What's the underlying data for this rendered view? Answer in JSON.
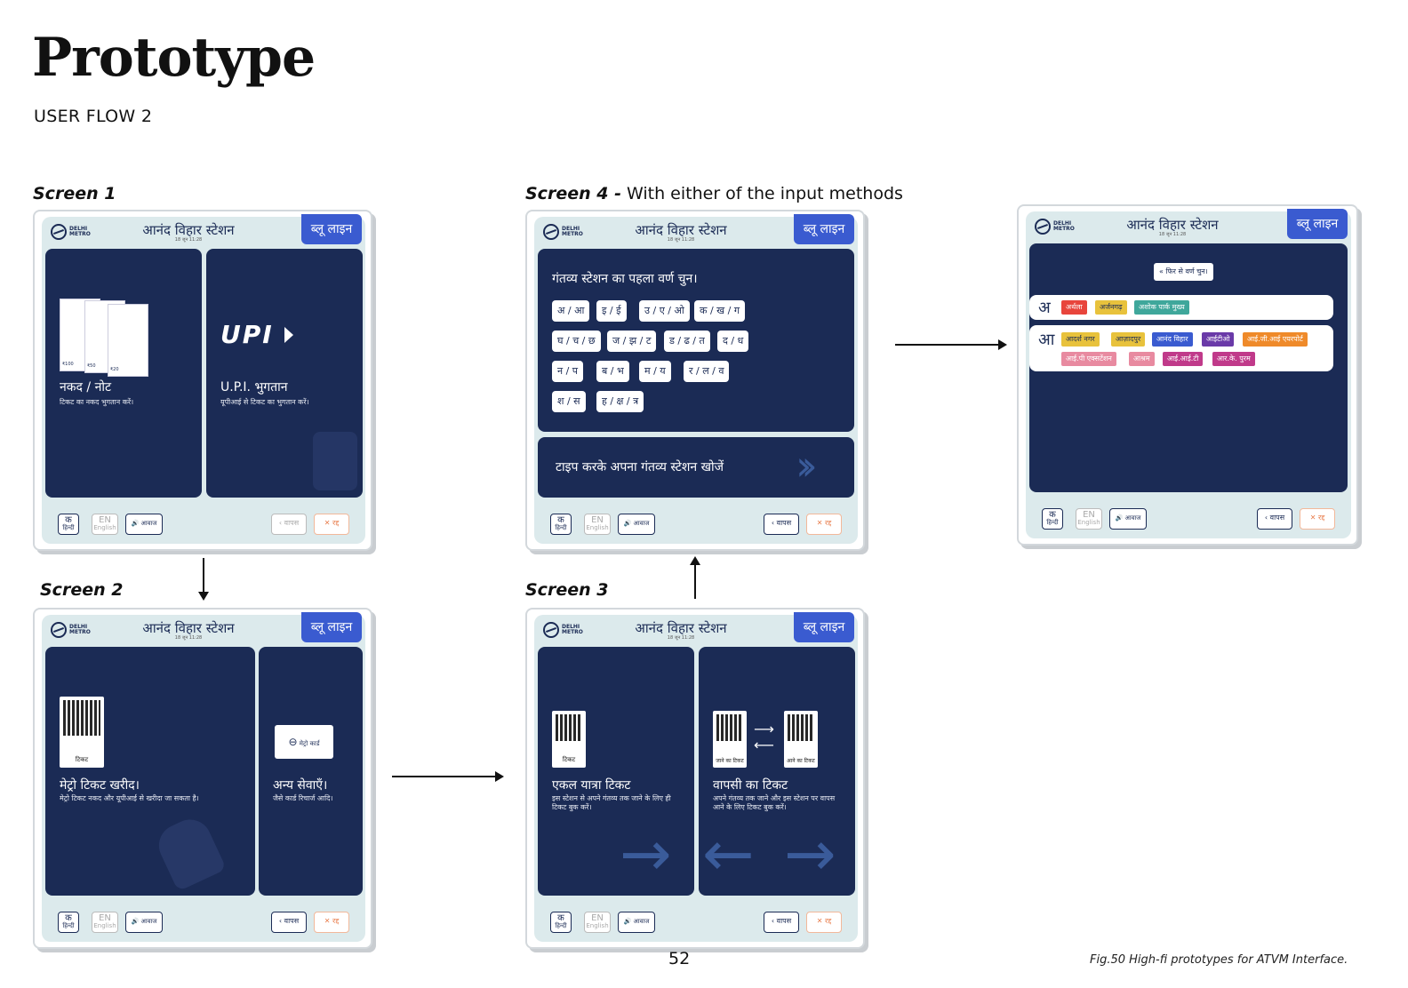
{
  "page": {
    "title": "Prototype",
    "subtitle": "USER FLOW 2",
    "page_number": "52",
    "figure_caption": "Fig.50 High-fi prototypes for ATVM Interface."
  },
  "labels": {
    "screen1": "Screen 1",
    "screen2": "Screen 2",
    "screen3": "Screen 3",
    "screen4": "Screen 4 -",
    "screen4_rest": " With either of the input methods"
  },
  "common": {
    "logo_line1": "DELHI",
    "logo_line2": "METRO",
    "station": "आनंद विहार स्टेशन",
    "datetime": "18 जून   11:28",
    "line_tag": "ब्लू लाइन",
    "lang_hi_main": "क",
    "lang_hi_sub": "हिन्दी",
    "lang_en_main": "EN",
    "lang_en_sub": "English",
    "sound_label": "आवाज",
    "back_label": "वापस",
    "cancel_label": "रद्द"
  },
  "screen1": {
    "cash_title": "नकद / नोट",
    "cash_desc": "टिकट का नकद भुगतान करें।",
    "note_labels": [
      "₹100",
      "₹50",
      "₹20"
    ],
    "upi_logo": "UPI",
    "upi_title": "U.P.I. भुगतान",
    "upi_desc": "यूपीआई से टिकट का भुगतान करें।"
  },
  "screen2": {
    "ticket_qr_label": "टिकट",
    "metro_title": "मेट्रो टिकट खरीद।",
    "metro_desc": "मेट्रो टिकट नकद और यूपीआई से खरीदा जा सकता है।",
    "card_label": "मेट्रो कार्ड",
    "other_title": "अन्य सेवाएँ।",
    "other_desc": "जैसे कार्ड रिचार्ज आदि।"
  },
  "screen3": {
    "single_qr_label": "टिकट",
    "single_title": "एकल यात्रा टिकट",
    "single_desc": "इस स्टेशन से अपने गंतव्य तक जाने के लिए ही टिकट बुक करें।",
    "go_qr_label": "जाने का टिकट",
    "return_qr_label": "आने का टिकट",
    "return_title": "वापसी का टिकट",
    "return_desc": "अपने गंतव्य तक जाने और इस स्टेशन पर वापस आने के लिए टिकट बुक करें।"
  },
  "screen4": {
    "prompt": "गंतव्य स्टेशन का पहला वर्ण चुन।",
    "keys": [
      "अ / आ",
      "इ / ई",
      "उ / ए / ओ",
      "क / ख / ग",
      "घ / च / छ",
      "ज / झ / ट",
      "ड / ढ / त",
      "द / ध",
      "न / प",
      "ब / भ",
      "म / य",
      "र / ल / व",
      "श / स",
      "ह / क्ष / त्र"
    ],
    "type_search": "टाइप करके अपना गंतव्य स्टेशन खोजें"
  },
  "screen5": {
    "reselect": "फिर से वर्ण चुन।",
    "letter_a": "अ",
    "letter_aa": "आ",
    "row_a": [
      {
        "name": "अर्थला",
        "color": "#e8453c"
      },
      {
        "name": "अर्जनगढ़",
        "color": "#e8c23c"
      },
      {
        "name": "अशोक पार्क मुख्य",
        "color": "#3fa79b"
      }
    ],
    "row_aa": [
      {
        "name": "आदर्श नगर",
        "color": "#e8c23c"
      },
      {
        "name": "आज़ादपुर",
        "color": "#e8c23c"
      },
      {
        "name": "आनंद विहार",
        "color": "#3a5bd0"
      },
      {
        "name": "आईटीओ",
        "color": "#6a3aa8"
      },
      {
        "name": "आई.जी.आई एयरपोर्ट",
        "color": "#ef8a2a"
      },
      {
        "name": "आई.पी एक्सटेंशन",
        "color": "#e88aa0"
      },
      {
        "name": "आश्रम",
        "color": "#e88aa0"
      },
      {
        "name": "आई.आई.टी",
        "color": "#c03a8a"
      },
      {
        "name": "आर.के. पुरम",
        "color": "#c03a8a"
      }
    ]
  }
}
